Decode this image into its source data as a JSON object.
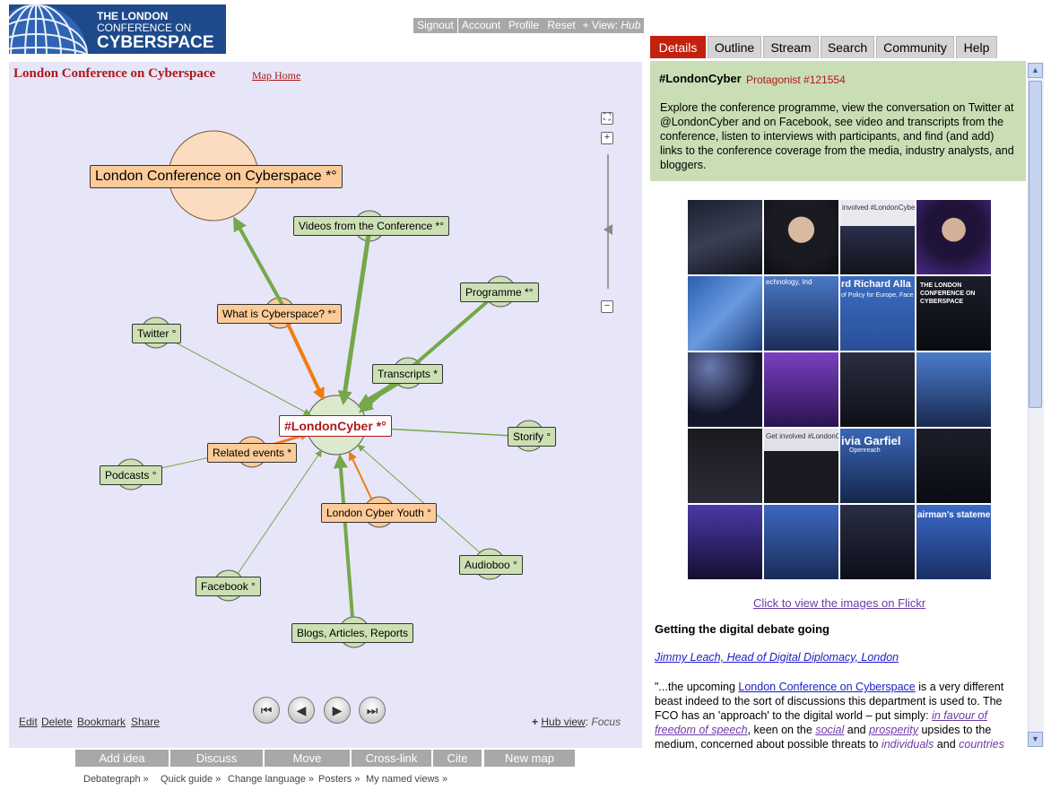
{
  "logo": {
    "line1": "THE LONDON",
    "line2": "CONFERENCE ON",
    "line3": "CYBERSPACE"
  },
  "top_buttons": [
    "Signout",
    "Account",
    "Profile",
    "Reset"
  ],
  "view_button": {
    "label": "+ View:",
    "value": "Hub"
  },
  "tabs": [
    "Details",
    "Outline",
    "Stream",
    "Search",
    "Community",
    "Help"
  ],
  "map": {
    "title": "London Conference on Cyberspace",
    "home_link": "Map Home",
    "nodes": {
      "root": "London Conference on Cyberspace *°",
      "videos": "Videos from the Conference *°",
      "programme": "Programme *°",
      "what": "What is Cyberspace? *°",
      "twitter": "Twitter °",
      "transcripts": "Transcripts *",
      "center": "#LondonCyber *°",
      "storify": "Storify °",
      "related": "Related events *",
      "podcasts": "Podcasts °",
      "youth": "London Cyber Youth °",
      "audioboo": "Audioboo °",
      "facebook": "Facebook °",
      "blogs": "Blogs, Articles, Reports"
    },
    "links": [
      "Edit",
      "Delete",
      "Bookmark",
      "Share"
    ],
    "hub_view": {
      "plus": "+",
      "link": "Hub view",
      "sep": ":",
      "mode": "Focus"
    }
  },
  "actions": [
    "Add idea",
    "Discuss",
    "Move",
    "Cross-link",
    "Cite",
    "New map"
  ],
  "footer_links": [
    "Debategraph »",
    "Quick guide »",
    "Change language »",
    "Posters »",
    "My named views »"
  ],
  "details": {
    "title": "#LondonCyber",
    "subtitle": "Protagonist #121554",
    "body": "Explore the conference programme, view the conversation on Twitter at @LondonCyber and on Facebook, see video and transcripts from the conference, listen to interviews with participants, and find (and add) links to the conference coverage from the media, industry analysts, and bloggers.",
    "flickr_link": "Click to view the images on Flickr",
    "article_title": "Getting the digital debate going",
    "author": "Jimmy Leach, Head of Digital Diplomacy, London",
    "quote": {
      "p1": "\"...the upcoming ",
      "l1": "London Conference on Cyberspace",
      "p2": " is a very different beast indeed to the sort of discussions this department is used to. The FCO has an 'approach' to the digital world – put simply: ",
      "l2": "in favour of freedom of speech",
      "p3": ", keen on the ",
      "l3": "social",
      "p4": " and ",
      "l4": "prosperity",
      "p5": " upsides to the medium, concerned about possible threats to ",
      "l5": "individuals",
      "p6": " and ",
      "l6": "countries"
    }
  },
  "photo_labels": [
    "echnology, Ind",
    "rd Richard Alla",
    "of Policy for Europe, Face",
    "involved #LondonCyber",
    "THE LONDON CONFERENCE ON CYBERSPACE",
    "ivia Garfiel",
    "Openreach",
    "airman's statemen",
    "Get involved #LondonCyber"
  ],
  "colors": {
    "tab_active": "#c3200e",
    "map_bg": "#e6e6f8",
    "details_bg": "#c9deb4",
    "title_red": "#b0171b",
    "node_green": "#cce0b4",
    "node_orange": "#fccb99",
    "arrow_green": "#74a84a",
    "arrow_orange": "#f07c10"
  }
}
